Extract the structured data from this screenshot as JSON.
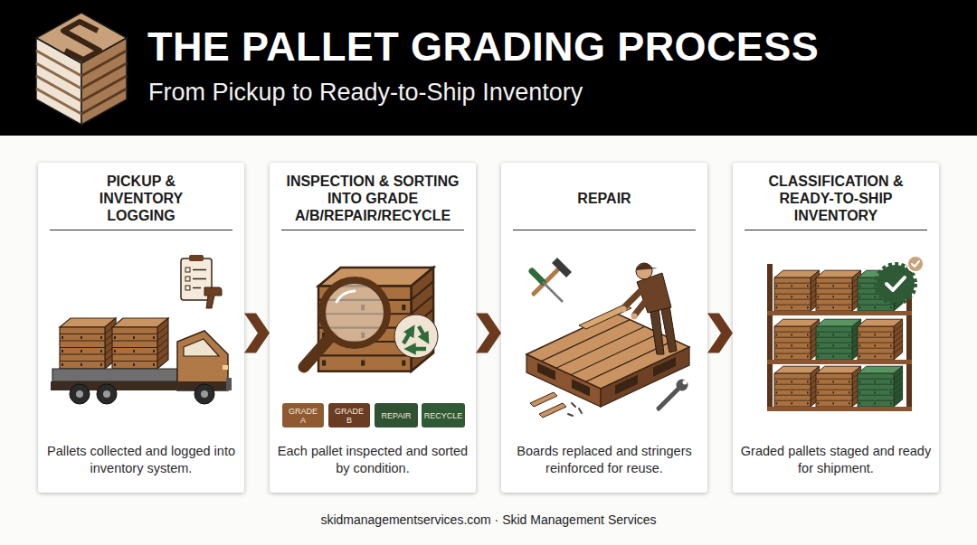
{
  "diagram": {
    "title": "THE PALLET GRADING PROCESS",
    "caption": "skidmanagementservices.com · Skid Management Services",
    "nodes": [
      {
        "text": [
          "PICKUP & INVENTORY LOGGING",
          "Pallets collected and logged into inventory system."
        ]
      },
      {
        "text": [
          "INSPECTION & SORTING INTO GRADE A/B/REPAIR/RECYCLE",
          "Each pallet inspected and sorted by condition."
        ]
      },
      {
        "text": [
          "GRADE A"
        ],
        "in": 1
      },
      {
        "text": [
          "GRADE B"
        ],
        "in": 1
      },
      {
        "text": [
          "REPAIR"
        ],
        "in": 1
      },
      {
        "text": [
          "RECYCLE"
        ],
        "in": 1
      },
      {
        "text": [
          "REPAIR",
          "Boards replaced and stringers reinforced for reuse."
        ]
      },
      {
        "text": [
          "CLASSIFICATION & READY-TO-SHIP INVENTORY",
          "Graded pallets staged and ready for shipment."
        ]
      }
    ],
    "edges": [
      {
        "from": 0,
        "to": 1,
        "arrow": "to"
      },
      {
        "from": 1,
        "to": 6,
        "arrow": "to"
      },
      {
        "from": 6,
        "to": 7,
        "arrow": "to"
      }
    ],
    "labels": [
      "From Pickup to Ready-to-Ship Inventory"
    ]
  }
}
